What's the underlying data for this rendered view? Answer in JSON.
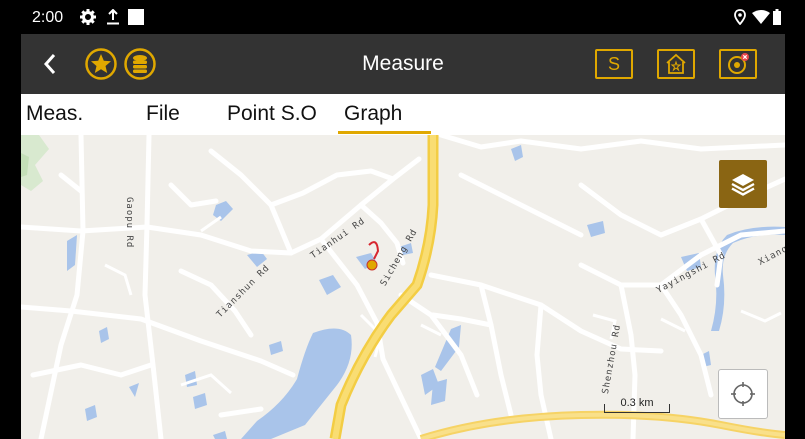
{
  "status_bar": {
    "time": "2:00",
    "left_icons": [
      "gear-icon",
      "upload-icon",
      "square-icon"
    ],
    "right_icons": [
      "location-icon",
      "wifi-icon",
      "battery-icon"
    ]
  },
  "toolbar": {
    "title": "Measure",
    "back_icon": "back-arrow-icon",
    "s_button_label": "S",
    "accent_color": "#e0a800",
    "background_color": "#333333"
  },
  "tabs": [
    {
      "label": "Meas.",
      "active": false
    },
    {
      "label": "File",
      "active": false
    },
    {
      "label": "Point S.O",
      "active": false
    },
    {
      "label": "Graph",
      "active": true
    }
  ],
  "map": {
    "road_labels": [
      "Gaopu Rd",
      "Tianhui Rd",
      "Sicheng Rd",
      "Tianshun Rd",
      "Shenzhou Rd",
      "Yayingshi Rd",
      "Xianqu"
    ],
    "scale_label": "0.3 km",
    "layers_button_color": "#8a6513"
  }
}
